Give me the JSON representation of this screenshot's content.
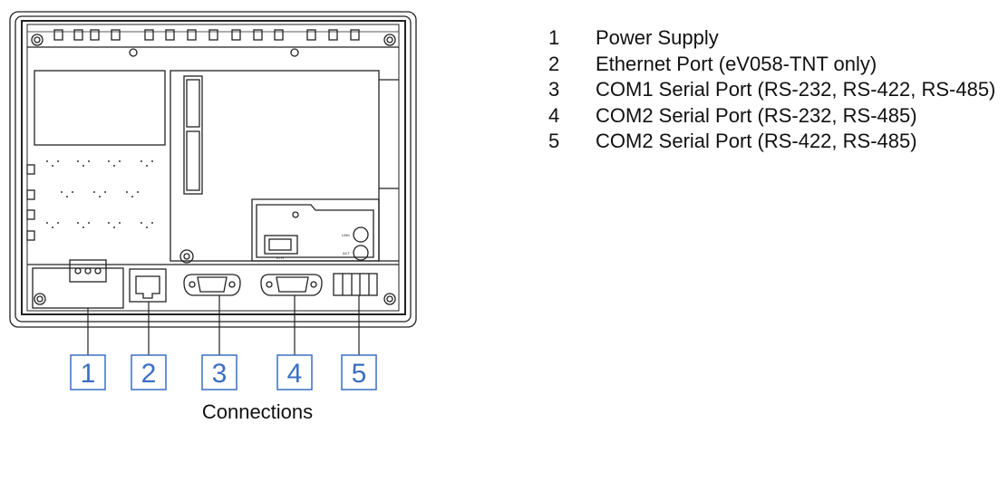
{
  "legend": [
    {
      "num": "1",
      "label": "Power Supply"
    },
    {
      "num": "2",
      "label": "Ethernet Port (eV058-TNT only)"
    },
    {
      "num": "3",
      "label": "COM1 Serial Port (RS-232, RS-422, RS-485)"
    },
    {
      "num": "4",
      "label": "COM2 Serial Port (RS-232, RS-485)"
    },
    {
      "num": "5",
      "label": "COM2 Serial Port (RS-422, RS-485)"
    }
  ],
  "callouts": [
    "1",
    "2",
    "3",
    "4",
    "5"
  ],
  "caption": "Connections",
  "panel_labels": {
    "ethernet_plug": "ETH",
    "led_top": "LINK",
    "led_bottom": "ACT"
  },
  "colors": {
    "callout": "#3a6fc4",
    "line": "#222222"
  }
}
